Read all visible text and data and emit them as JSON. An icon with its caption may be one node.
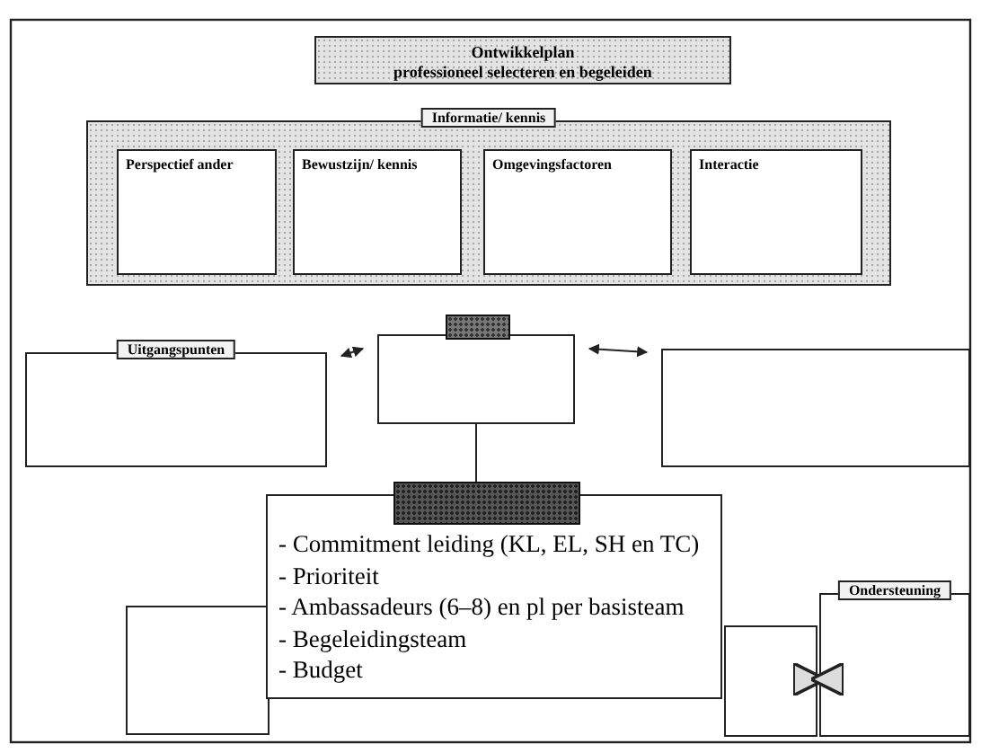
{
  "diagram": {
    "nodes": [
      {
        "text": [
          "Ontwikkelplan",
          "professioneel selecteren en begeleiden"
        ]
      },
      {
        "text": [
          "Informatie/ kennis"
        ]
      },
      {
        "text": [
          "Perspectief ander"
        ],
        "in": 1
      },
      {
        "text": [
          "Bewustzijn/ kennis"
        ],
        "in": 1
      },
      {
        "text": [
          "Omgevingsfactoren"
        ],
        "in": 1
      },
      {
        "text": [
          "Interactie"
        ],
        "in": 1
      },
      {
        "text": [
          "Uitgangspunten"
        ]
      },
      {
        "text": [],
        "shape": "box"
      },
      {
        "text": [],
        "shape": "box"
      },
      {
        "text": [],
        "shape": "box"
      },
      {
        "text": [],
        "shape": "box"
      },
      {
        "text": [
          "Ondersteuning"
        ]
      },
      {
        "text": [
          "- Commitment leiding (KL, EL, SH en TC)",
          "- Prioriteit",
          "- Ambassadeurs (6–8) en pl per basisteam",
          "- Begeleidingsteam",
          "- Budget"
        ]
      }
    ],
    "edges": [
      {
        "from": 7,
        "to": 6,
        "arrow": "both"
      },
      {
        "from": 7,
        "to": 8,
        "arrow": "both"
      },
      {
        "from": 7,
        "to": 12,
        "arrow": "none"
      },
      {
        "from": 10,
        "to": 11,
        "arrow": "both",
        "style": "thick"
      }
    ]
  }
}
